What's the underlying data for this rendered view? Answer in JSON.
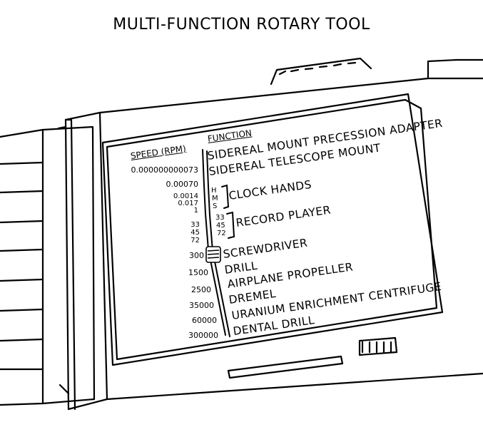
{
  "title": "MULTI-FUNCTION ROTARY TOOL",
  "panel": {
    "speed_header": "SPEED (RPM)",
    "function_header": "FUNCTION",
    "speeds": [
      "0.000000000073",
      "0.00070",
      "0.0014",
      "0.017",
      "1",
      "33",
      "45",
      "72",
      "300",
      "1500",
      "2500",
      "35000",
      "60000",
      "300000"
    ],
    "functions": [
      "SIDEREAL MOUNT PRECESSION ADAPTER",
      "SIDEREAL TELESCOPE MOUNT",
      "CLOCK HANDS",
      "RECORD PLAYER",
      "SCREWDRIVER",
      "DRILL",
      "AIRPLANE PROPELLER",
      "DREMEL",
      "URANIUM ENRICHMENT CENTRIFUGE",
      "DENTAL DRILL"
    ],
    "clock_sub": [
      "H",
      "M",
      "S"
    ],
    "record_sub": [
      "33",
      "45",
      "72"
    ]
  },
  "colors": {
    "ink": "#000000",
    "paper": "#ffffff"
  }
}
